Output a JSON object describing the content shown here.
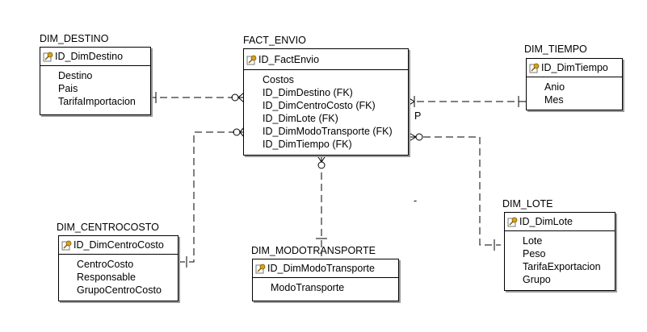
{
  "entities": {
    "destino": {
      "name": "DIM_DESTINO",
      "pk": "ID_DimDestino",
      "attrs": [
        "Destino",
        "Pais",
        "TarifaImportacion"
      ]
    },
    "fact": {
      "name": "FACT_ENVIO",
      "pk": "ID_FactEnvio",
      "attrs": [
        "Costos",
        "ID_DimDestino (FK)",
        "ID_DimCentroCosto (FK)",
        "ID_DimLote (FK)",
        "ID_DimModoTransporte (FK)",
        "ID_DimTiempo (FK)"
      ]
    },
    "tiempo": {
      "name": "DIM_TIEMPO",
      "pk": "ID_DimTiempo",
      "attrs": [
        "Anio",
        "Mes"
      ]
    },
    "centro": {
      "name": "DIM_CENTROCOSTO",
      "pk": "ID_DimCentroCosto",
      "attrs": [
        "CentroCosto",
        "Responsable",
        "GrupoCentroCosto"
      ]
    },
    "modo": {
      "name": "DIM_MODOTRANSPORTE",
      "pk": "ID_DimModoTransporte",
      "attrs": [
        "ModoTransporte"
      ]
    },
    "lote": {
      "name": "DIM_LOTE",
      "pk": "ID_DimLote",
      "attrs": [
        "Lote",
        "Peso",
        "TarifaExportacion",
        "Grupo"
      ]
    }
  },
  "labels": {
    "p_marker": "P",
    "dash_marker": "-"
  },
  "colors": {
    "line": "#000000",
    "shadow": "#9a9a9a",
    "key_gold": "#d9a21b"
  },
  "icons": {
    "primary_key": "key-icon"
  }
}
